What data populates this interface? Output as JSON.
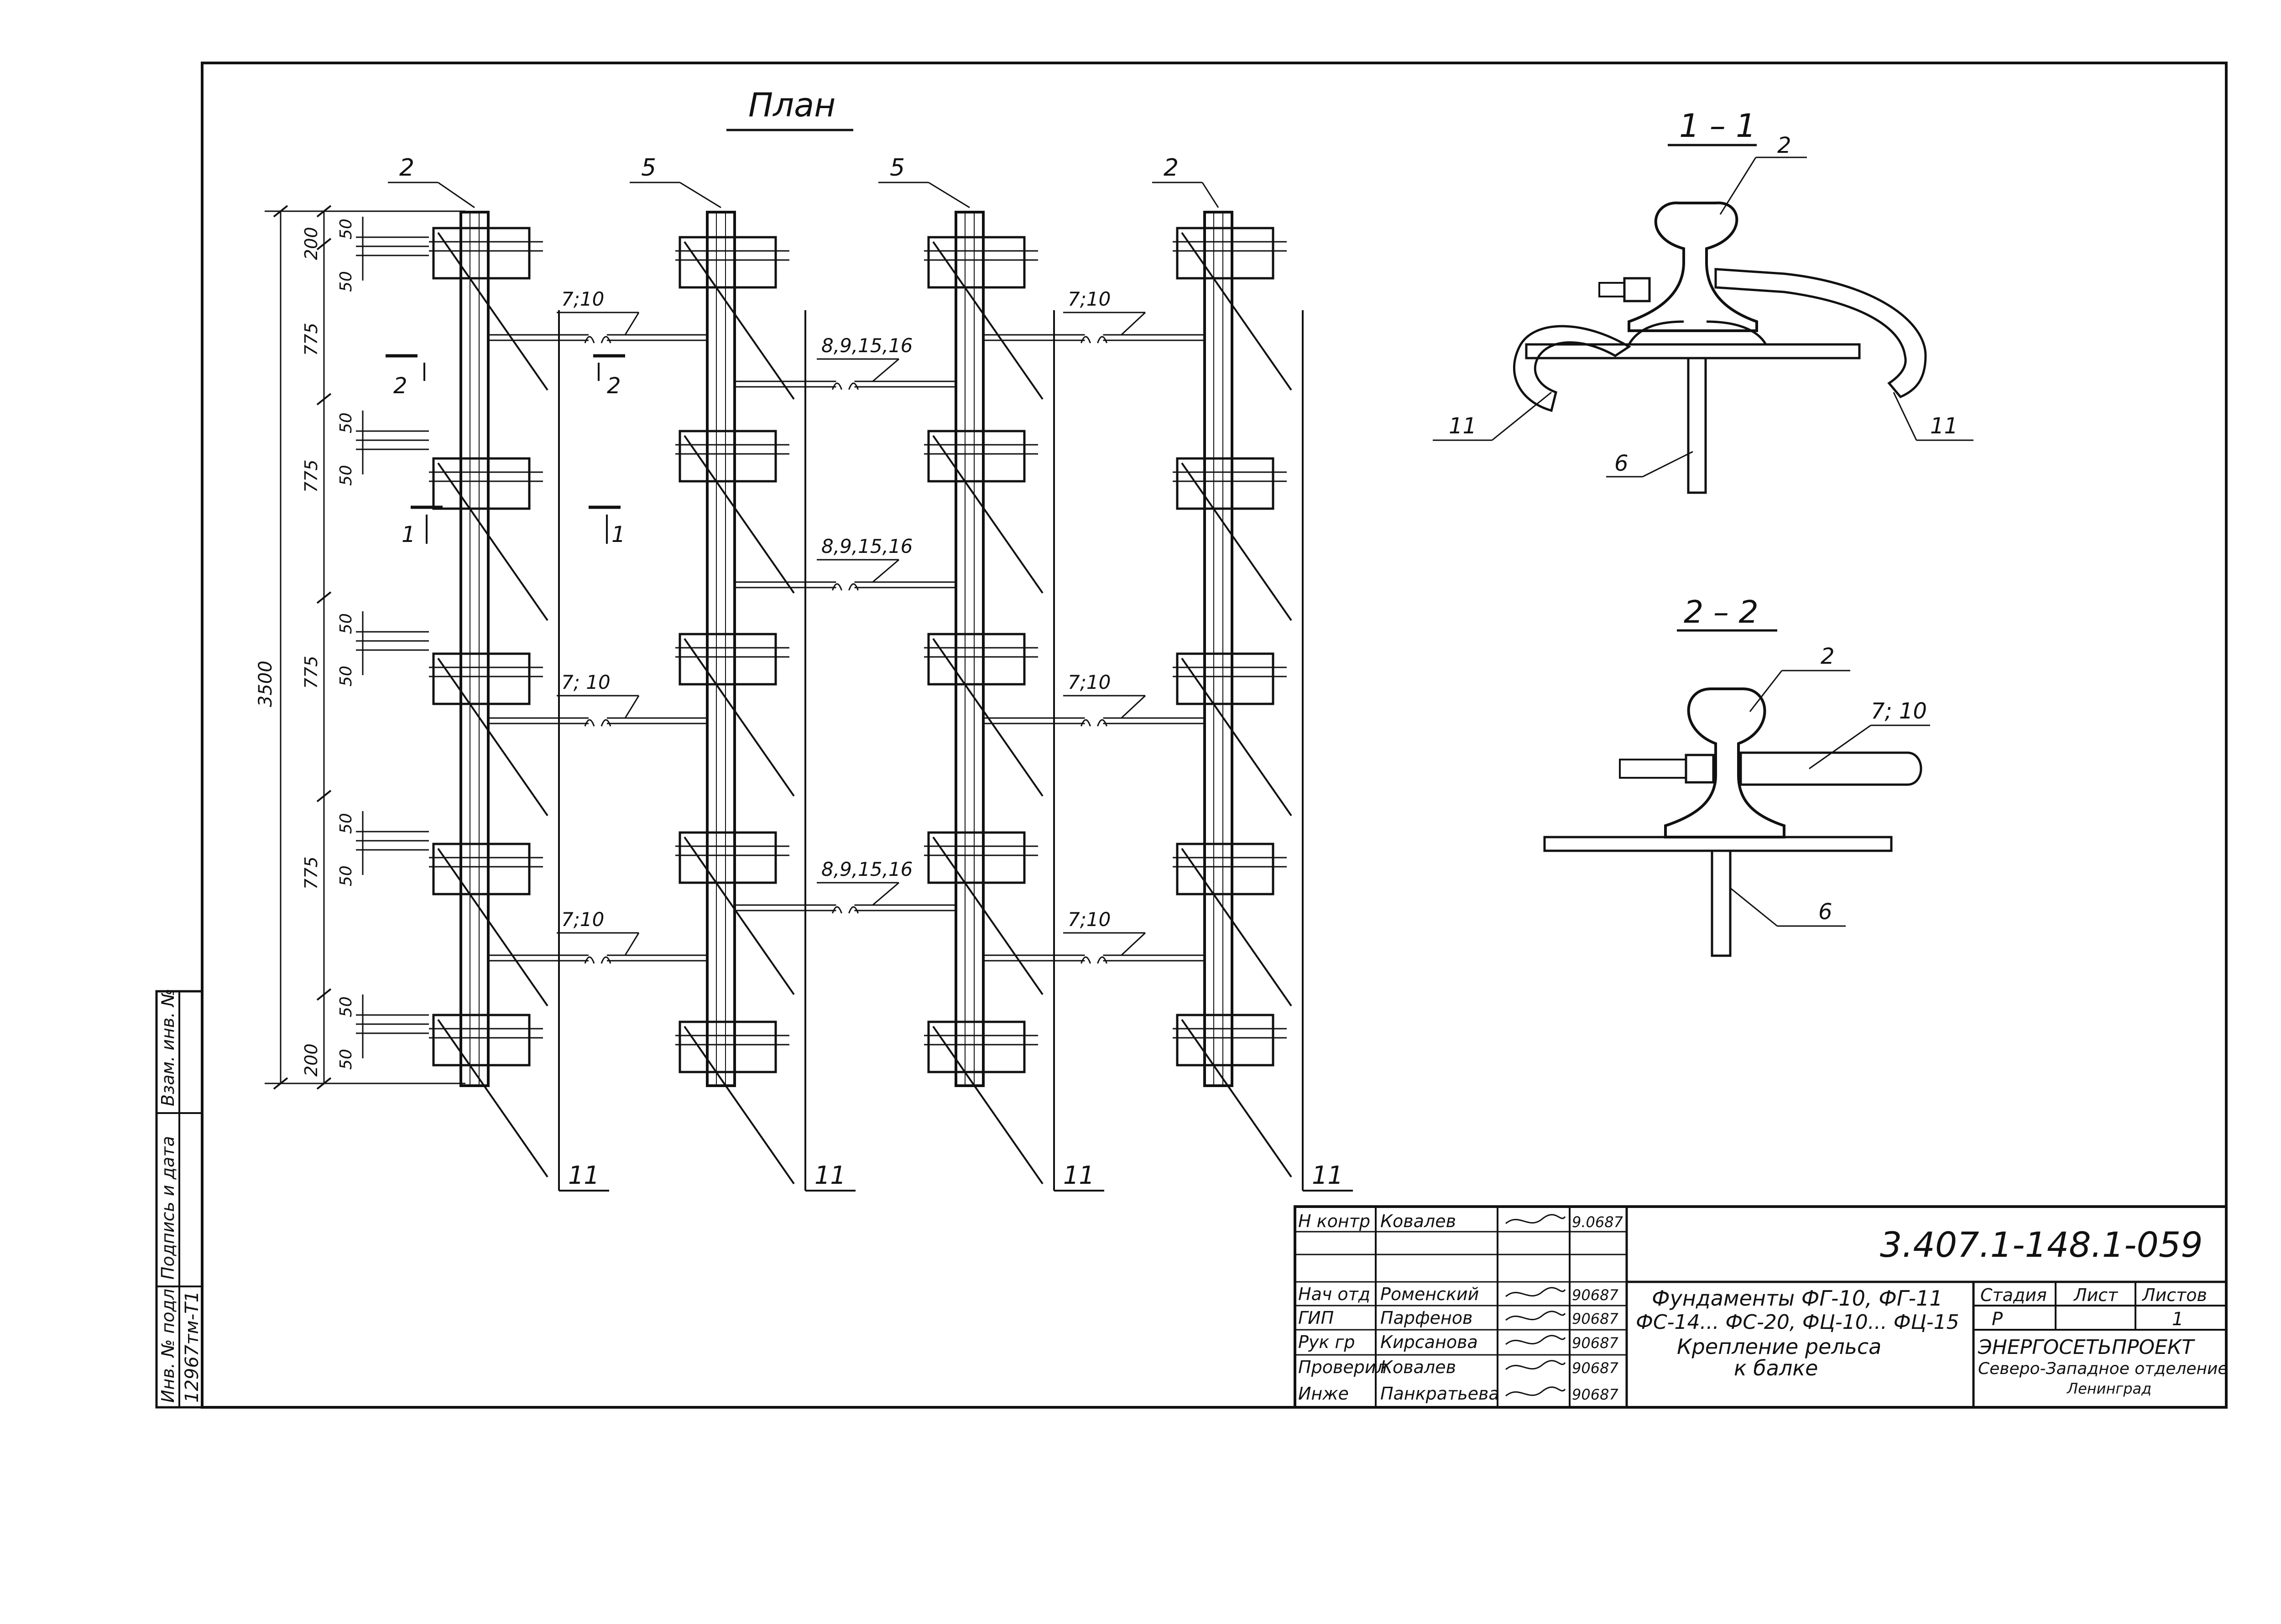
{
  "plan": {
    "title": "План",
    "beam_labels": [
      "2",
      "5",
      "5",
      "2"
    ],
    "tie_labels_ab": [
      "7;10",
      "7; 10",
      "7;10"
    ],
    "tie_labels_bc": [
      "8,9,15,16",
      "8,9,15,16",
      "8,9,15,16"
    ],
    "tie_labels_cd": [
      "7;10",
      "7;10",
      "7;10"
    ],
    "bottom_labels": [
      "11",
      "11",
      "11",
      "11"
    ],
    "dim_total": "3500",
    "dim_edge": "200",
    "dim_span": "775",
    "dim_small": "50",
    "section_marks": [
      "2",
      "2",
      "1",
      "1"
    ]
  },
  "section11": {
    "title": "1 – 1",
    "labels": [
      "2",
      "11",
      "11",
      "6"
    ]
  },
  "section22": {
    "title": "2 – 2",
    "labels": [
      "2",
      "7; 10",
      "6"
    ]
  },
  "stamp": {
    "roles": [
      "Н контр",
      "Нач отд",
      "ГИП",
      "Рук гр",
      "Проверил",
      "Инже"
    ],
    "names": [
      "Ковалев",
      "Роменский",
      "Парфенов",
      "Кирсанова",
      "Ковалев",
      "Панкратьева"
    ],
    "dates": [
      "9.0687",
      "90687",
      "90687",
      "90687",
      "90687",
      "90687"
    ],
    "doc_code": "3.407.1-148.1-059",
    "title_lines": [
      "Фундаменты ФГ-10, ФГ-11",
      "ФС-14... ФС-20, ФЦ-10... ФЦ-15",
      "Крепление рельса",
      "к балке"
    ],
    "stage_header": "Стадия",
    "sheet_header": "Лист",
    "sheets_header": "Листов",
    "stage": "Р",
    "sheets": "1",
    "org_lines": [
      "ЭНЕРГОСЕТЬПРОЕКТ",
      "Северо-Западное отделение",
      "Ленинград"
    ]
  },
  "margin_stamp": {
    "cells": [
      "Инв. № подл.",
      "Подпись и дата",
      "Взам. инв. №"
    ],
    "inv_no": "12967тм-Т1"
  }
}
